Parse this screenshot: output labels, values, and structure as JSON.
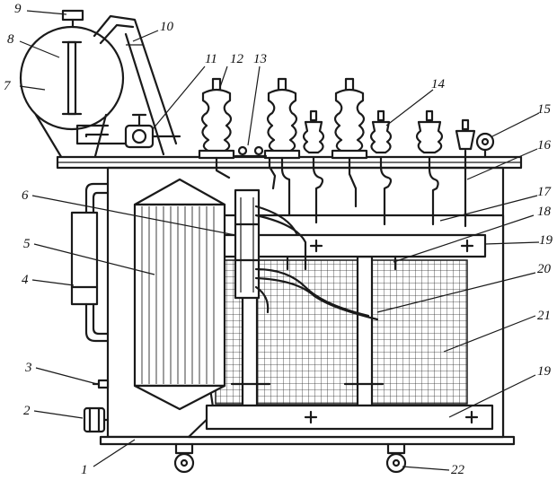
{
  "labels": {
    "l1": "1",
    "l2": "2",
    "l3": "3",
    "l4": "4",
    "l5": "5",
    "l6": "6",
    "l7": "7",
    "l8": "8",
    "l9": "9",
    "l10": "10",
    "l11": "11",
    "l12": "12",
    "l13": "13",
    "l14": "14",
    "l15": "15",
    "l16": "16",
    "l17": "17",
    "l18": "18",
    "l19a": "19",
    "l20": "20",
    "l21": "21",
    "l19b": "19",
    "l22": "22"
  },
  "colors": {
    "ink": "#1a1a1a",
    "paper": "#ffffff"
  }
}
